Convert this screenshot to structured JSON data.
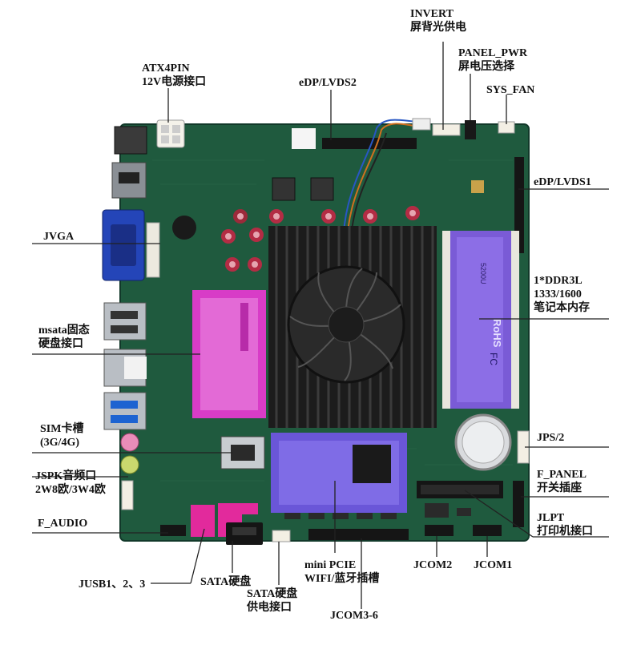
{
  "colors": {
    "pcb": "#1f5a3e",
    "pcb_dark": "#163f2c",
    "heatsink": "#1c1c1c",
    "fan": "#2a2a2a",
    "ram_slot": "#7a5bd6",
    "msata_slot": "#d83cc7",
    "minipcie_slot": "#6a56d8",
    "usb_header": "#e22a9c",
    "vga_blue": "#2445b8",
    "leader_line": "#222222"
  },
  "components": {
    "ram_module_text": [
      "5200U",
      "RoHS",
      "FC"
    ],
    "coin_battery": "battery-icon"
  },
  "labels": {
    "invert": {
      "line1": "INVERT",
      "line2": "屏背光供电"
    },
    "panel_pwr": {
      "line1": "PANEL_PWR",
      "line2": "屏电压选择"
    },
    "sys_fan": {
      "line1": "SYS_FAN"
    },
    "atx4pin": {
      "line1": "ATX4PIN",
      "line2": "12V电源接口"
    },
    "edp_lvds2": {
      "line1": "eDP/LVDS2"
    },
    "edp_lvds1": {
      "line1": "eDP/LVDS1"
    },
    "jvga": {
      "line1": "JVGA"
    },
    "ddr3l": {
      "line1": "1*DDR3L",
      "line2": "1333/1600",
      "line3": "笔记本内存"
    },
    "msata": {
      "line1": "msata固态",
      "line2": "硬盘接口"
    },
    "sim": {
      "line1": "SIM卡槽",
      "line2": "(3G/4G)"
    },
    "jps2": {
      "line1": "JPS/2"
    },
    "jspk": {
      "line1": "JSPK音频口",
      "line2": "2W8欧/3W4欧"
    },
    "f_panel": {
      "line1": "F_PANEL",
      "line2": "开关插座"
    },
    "f_audio": {
      "line1": "F_AUDIO"
    },
    "jlpt": {
      "line1": "JLPT",
      "line2": "打印机接口"
    },
    "jusb": {
      "line1": "JUSB1、2、3"
    },
    "sata": {
      "line1": "SATA硬盘"
    },
    "sata_pwr": {
      "line1": "SATA硬盘",
      "line2": "供电接口"
    },
    "minipcie": {
      "line1": "mini PCIE",
      "line2": "WIFI/蓝牙插槽"
    },
    "jcom2": {
      "line1": "JCOM2"
    },
    "jcom1": {
      "line1": "JCOM1"
    },
    "jcom36": {
      "line1": "JCOM3-6"
    }
  }
}
